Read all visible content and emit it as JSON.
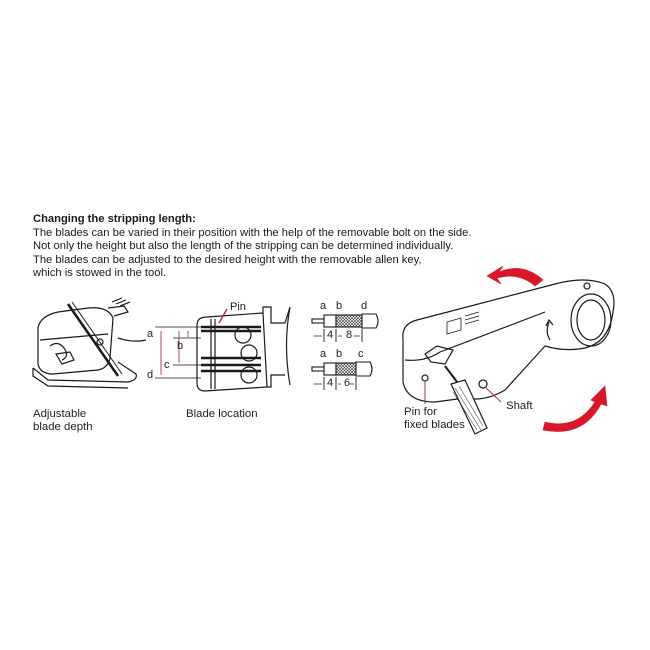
{
  "intro": {
    "title": "Changing the stripping length:",
    "lines": [
      "The blades can be varied in their position with the help of the removable bolt on the side.",
      "Not only the height but also the length of the stripping can be determined individually.",
      "The blades can be adjusted to the desired height with the removable allen key,",
      "which is stowed in the tool."
    ]
  },
  "figures": {
    "depth": {
      "caption_line1": "Adjustable",
      "caption_line2": "blade depth"
    },
    "location": {
      "caption": "Blade location",
      "pin_label": "Pin",
      "labels": {
        "a": "a",
        "b": "b",
        "c": "c",
        "d": "d"
      }
    },
    "cable_top": {
      "labels": {
        "a": "a",
        "b": "b",
        "d": "d"
      },
      "dim1": "4",
      "dim2": "8"
    },
    "cable_bottom": {
      "labels": {
        "a": "a",
        "b": "b",
        "c": "c"
      },
      "dim1": "4",
      "dim2": "6"
    },
    "tool": {
      "pin_label_line1": "Pin for",
      "pin_label_line2": "fixed blades",
      "shaft_label": "Shaft"
    }
  },
  "colors": {
    "arrow_red": "#d7182a",
    "leader_red": "#b0304a",
    "line": "#1a1a1a"
  }
}
